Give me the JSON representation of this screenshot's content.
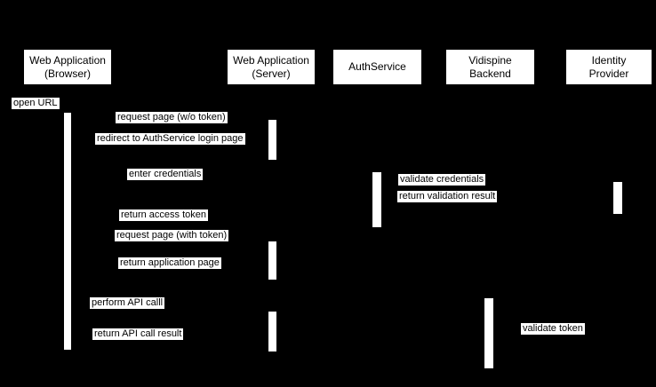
{
  "diagram_type": "sequence-diagram",
  "colors": {
    "background": "#000000",
    "box_fill": "#ffffff",
    "box_text": "#000000",
    "label_fill": "#ffffff",
    "label_text": "#000000",
    "activation_fill": "#ffffff"
  },
  "actors": [
    {
      "id": "web-application-browser",
      "line1": "Web Application",
      "line2": "(Browser)"
    },
    {
      "id": "web-application-server",
      "line1": "Web Application",
      "line2": "(Server)"
    },
    {
      "id": "authservice",
      "line1": "AuthService",
      "line2": ""
    },
    {
      "id": "vidispine-backend",
      "line1": "Vidispine",
      "line2": "Backend"
    },
    {
      "id": "identity-provider",
      "line1": "Identity",
      "line2": "Provider"
    }
  ],
  "messages": [
    {
      "label": "open URL"
    },
    {
      "label": "request page (w/o token)"
    },
    {
      "label": "redirect to AuthService login page"
    },
    {
      "label": "enter credentials"
    },
    {
      "label": "validate credentials"
    },
    {
      "label": "return validation result"
    },
    {
      "label": "return access token"
    },
    {
      "label": "request page (with token)"
    },
    {
      "label": "return application page"
    },
    {
      "label": "perform API calll"
    },
    {
      "label": "return API call result"
    },
    {
      "label": "validate token"
    }
  ]
}
